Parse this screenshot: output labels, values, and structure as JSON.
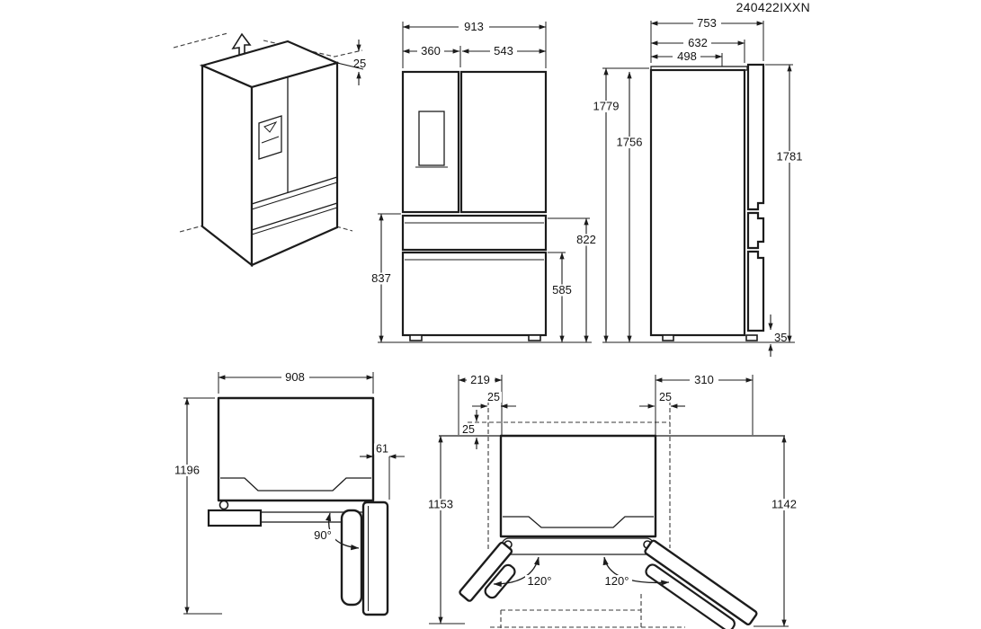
{
  "drawing_code": "240422IXXN",
  "colors": {
    "line": "#1c1c1c",
    "background": "#ffffff"
  },
  "views": {
    "isometric": {
      "top_clearance": "25"
    },
    "front": {
      "overall_width": "913",
      "left_door_width": "360",
      "right_door_width": "543",
      "height_to_door_bottom": "837",
      "height_to_middle_drawer_top": "822",
      "height_to_lower_drawer_top": "585"
    },
    "side": {
      "overall_depth": "753",
      "depth_without_door": "632",
      "body_depth": "498",
      "overall_height": "1779",
      "body_height": "1756",
      "height_with_door": "1781",
      "door_floor_gap": "35"
    },
    "top_90": {
      "cabinet_width": "908",
      "door_side_protrusion": "61",
      "depth_door_open": "1196",
      "door_angle": "90°"
    },
    "top_120": {
      "left_door_protrusion": "219",
      "side_clearance_left": "25",
      "rear_clearance": "25",
      "side_clearance_right": "25",
      "right_door_protrusion": "310",
      "overall_depth_left": "1153",
      "overall_depth_right": "1142",
      "left_door_angle": "120°",
      "right_door_angle": "120°"
    }
  }
}
